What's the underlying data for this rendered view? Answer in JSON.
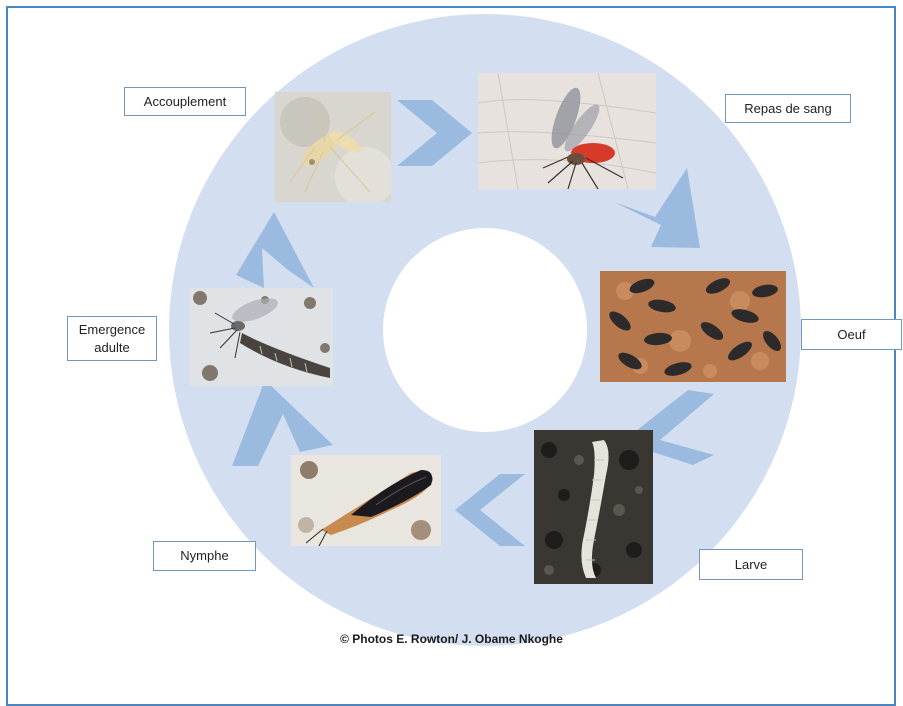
{
  "stages": [
    {
      "id": "accouplement",
      "label": "Accouplement",
      "icon": "mating-sandflies-photo"
    },
    {
      "id": "repas",
      "label": "Repas de sang",
      "icon": "blood-meal-sandfly-photo"
    },
    {
      "id": "oeuf",
      "label": "Oeuf",
      "icon": "eggs-photo"
    },
    {
      "id": "larve",
      "label": "Larve",
      "icon": "larva-photo"
    },
    {
      "id": "nymphe",
      "label": "Nymphe",
      "icon": "pupa-photo"
    },
    {
      "id": "emergence",
      "label": "Emergence\nadulte",
      "icon": "adult-emergence-photo"
    }
  ],
  "credit": "© Photos E. Rowton/ J. Obame Nkoghe",
  "colors": {
    "ring": "#d3dff0",
    "arrow": "#9bbadf",
    "label_border": "#6f98c6",
    "frame_border": "#4a86c0"
  }
}
